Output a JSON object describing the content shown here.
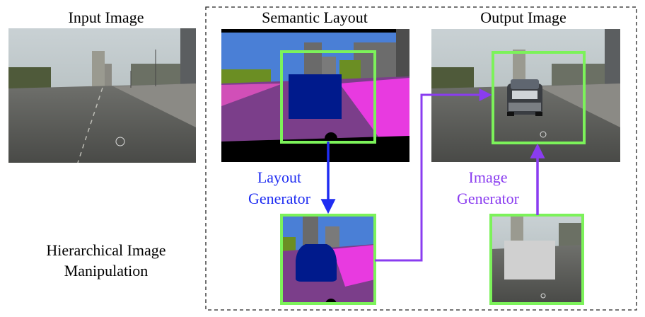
{
  "labels": {
    "input_image": "Input Image",
    "semantic_layout": "Semantic Layout",
    "output_image": "Output Image",
    "layout_generator_1": "Layout",
    "layout_generator_2": "Generator",
    "image_generator_1": "Image",
    "image_generator_2": "Generator",
    "task_1": "Hierarchical Image",
    "task_2": "Manipulation"
  },
  "colors": {
    "highlight_box": "#7cf25a",
    "layout_arrow": "#1f2df2",
    "image_arrow": "#8a3cf0",
    "layout_text": "#1f2df2",
    "image_text": "#8a3cf0",
    "road_semantic": "#7b3e8a",
    "sidewalk_semantic": "#e83ae0",
    "sky_semantic": "#4a7fd6",
    "car_semantic": "#0a1796",
    "mask_fill": "#d0d0d0"
  }
}
